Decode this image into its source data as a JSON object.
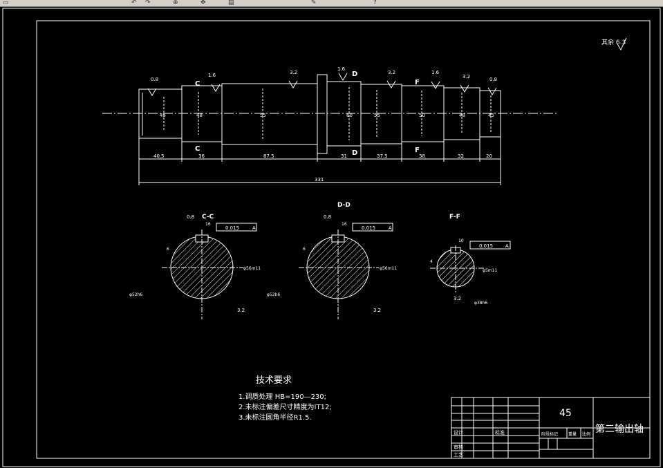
{
  "toolbar": {
    "icons": [
      "layer-icon",
      "undo-icon",
      "redo-icon",
      "zoom-icon",
      "pan-icon",
      "properties-icon",
      "match-icon",
      "help-icon"
    ]
  },
  "drawing": {
    "roughness_note": "其余 6.3",
    "section_marks": {
      "c": "C",
      "d": "D",
      "f": "F"
    },
    "roughness_shaft": [
      "0.8",
      "1.6",
      "3.2",
      "1.6",
      "3.2",
      "1.6",
      "3.2",
      "0.8"
    ],
    "diameters_shaft": [
      "45",
      "48",
      "55",
      "60",
      "55",
      "50",
      "48",
      "45"
    ],
    "lengths": [
      "40.5",
      "36",
      "87.5",
      "31",
      "37.5",
      "38",
      "32",
      "20"
    ],
    "total_length": "331",
    "sections": [
      {
        "title": "C-C",
        "roughness_top": "0.8",
        "keyway_width": "16",
        "tolerance": "0.015",
        "datum": "A",
        "depth": "6",
        "diameter_label": "φ52h6",
        "side_dim": "φ56m11",
        "roughness_bottom": "3.2"
      },
      {
        "title": "D-D",
        "roughness_top": "0.8",
        "keyway_width": "16",
        "tolerance": "0.015",
        "datum": "A",
        "depth": "6",
        "diameter_label": "φ52h6",
        "side_dim": "φ56m11",
        "roughness_bottom": "3.2"
      },
      {
        "title": "F-F",
        "roughness_top": "",
        "keyway_width": "10",
        "tolerance": "0.015",
        "datum": "A",
        "depth": "4",
        "diameter_label": "φ38h6",
        "side_dim": "φ5m11",
        "roughness_bottom": "3.2"
      }
    ],
    "tech_title": "技术要求",
    "tech_items": [
      "1.调质处理 HB=190—230;",
      "2.未标注偏差尺寸精度为IT12;",
      "3.未标注圆角半径R1.5."
    ]
  },
  "title_block": {
    "material": "45",
    "part_name": "第二输出轴",
    "labels": {
      "design": "设计",
      "standard": "标准",
      "review": "审核",
      "process": "工艺",
      "stage": "阶段标记",
      "weight": "重量",
      "scale": "比例"
    }
  },
  "colors": {
    "background": "#000000",
    "lines": "#ffffff"
  }
}
